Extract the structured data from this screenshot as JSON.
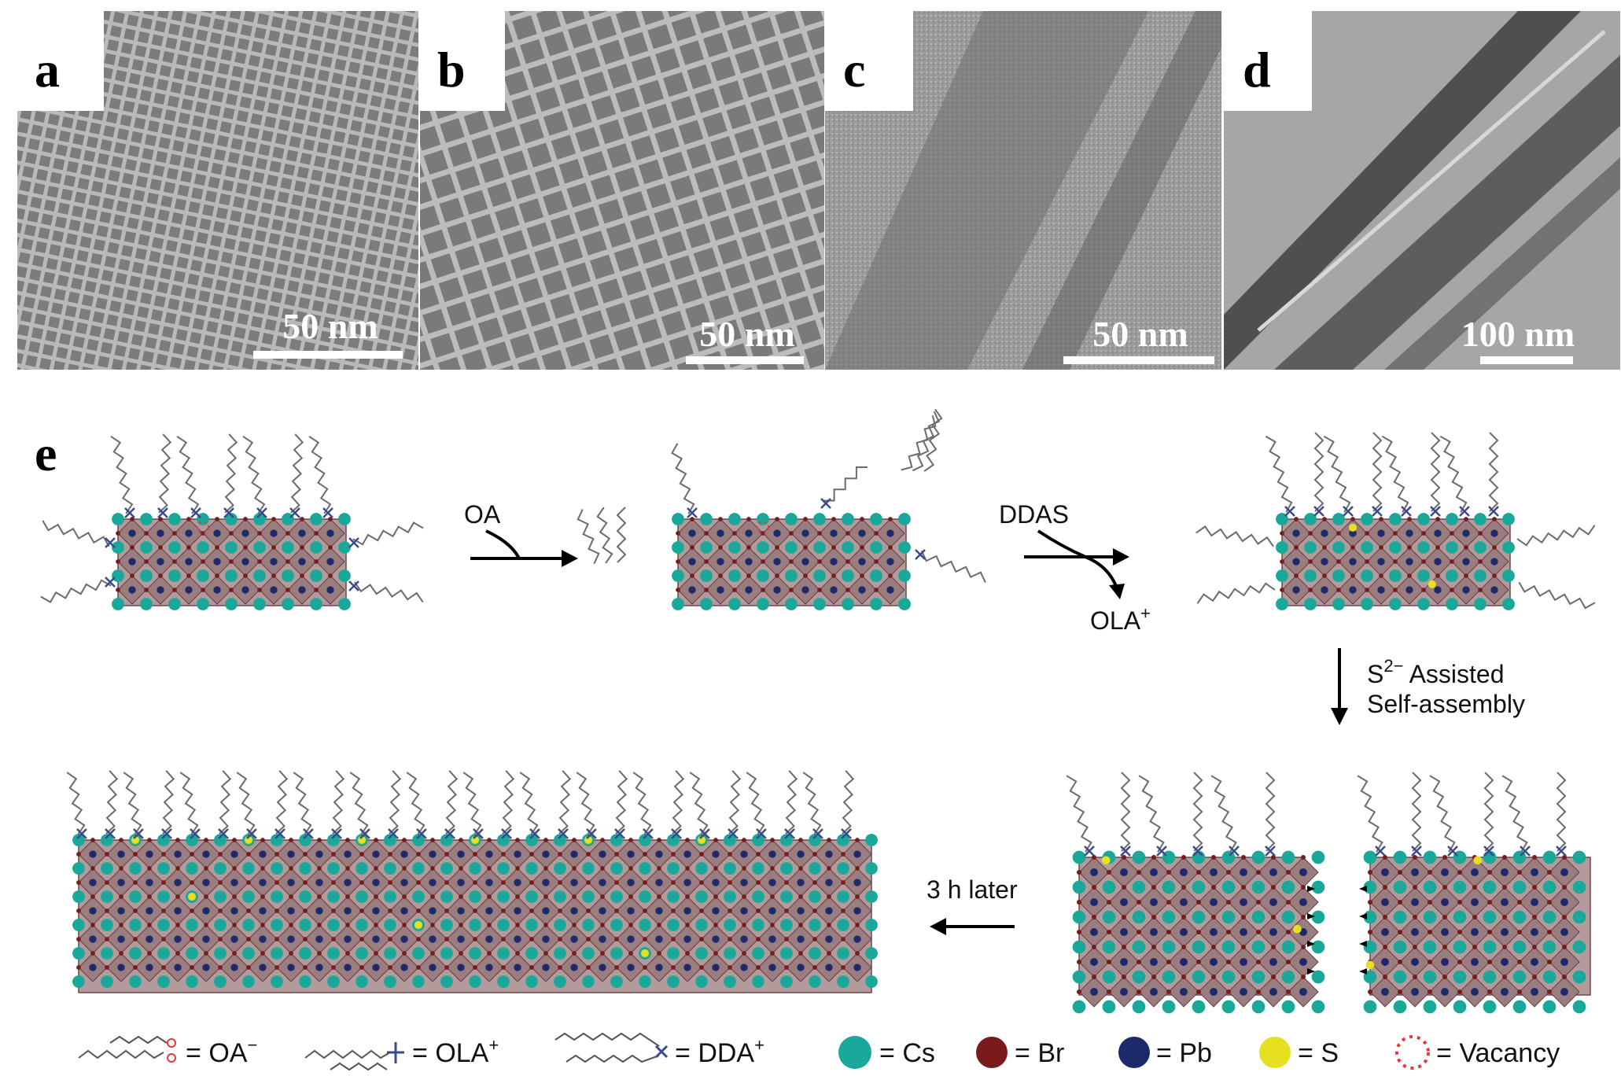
{
  "panels": [
    {
      "letter": "a",
      "scale": "50 nm"
    },
    {
      "letter": "b",
      "scale": "50 nm"
    },
    {
      "letter": "c",
      "scale": "50 nm"
    },
    {
      "letter": "d",
      "scale": "100 nm"
    }
  ],
  "panel_e": {
    "letter": "e",
    "step1_reagent": "OA",
    "step2_reagent": "DDAS",
    "step2_byproduct": "OLA",
    "step2_byproduct_charge": "+",
    "step3_ion": "S",
    "step3_ion_charge": "2−",
    "step3_line1": " Assisted",
    "step3_line2": "Self-assembly",
    "step4_label": "3 h later"
  },
  "legend": [
    {
      "symbol": "oa-ligand-icon",
      "label": "OA",
      "sup": "−"
    },
    {
      "symbol": "ola-ligand-icon",
      "label": "OLA",
      "sup": "+"
    },
    {
      "symbol": "dda-ligand-icon",
      "label": "DDA",
      "sup": "+"
    },
    {
      "symbol": "cs-atom-icon",
      "label": "Cs",
      "color": "#1aa89a"
    },
    {
      "symbol": "br-atom-icon",
      "label": "Br",
      "color": "#7a1a1a"
    },
    {
      "symbol": "pb-atom-icon",
      "label": "Pb",
      "color": "#1c2a6b"
    },
    {
      "symbol": "s-atom-icon",
      "label": "S",
      "color": "#e6e020"
    },
    {
      "symbol": "vacancy-icon",
      "label": "Vacancy",
      "color": "#e33b3b"
    }
  ],
  "legend_equals": "="
}
